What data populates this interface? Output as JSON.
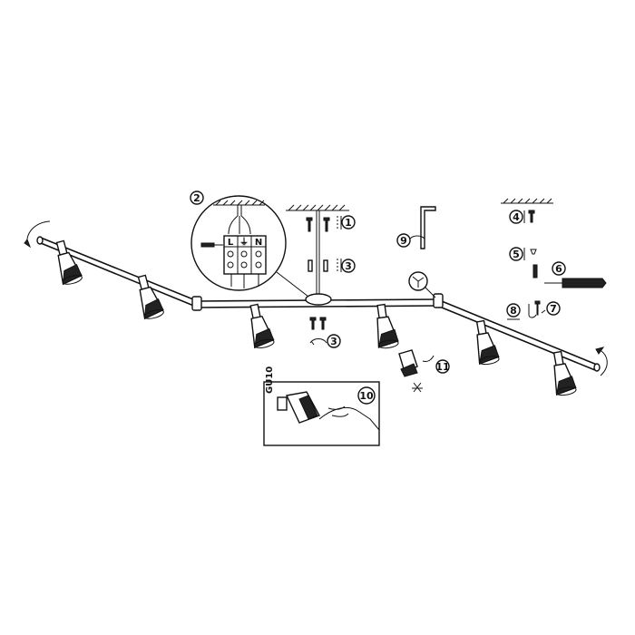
{
  "diagram": {
    "steps": [
      {
        "id": "step-1",
        "label": "1"
      },
      {
        "id": "step-2",
        "label": "2"
      },
      {
        "id": "step-3a",
        "label": "3"
      },
      {
        "id": "step-3b",
        "label": "3"
      },
      {
        "id": "step-4",
        "label": "4"
      },
      {
        "id": "step-5",
        "label": "5"
      },
      {
        "id": "step-6",
        "label": "6"
      },
      {
        "id": "step-7",
        "label": "7"
      },
      {
        "id": "step-8",
        "label": "8"
      },
      {
        "id": "step-9",
        "label": "9"
      },
      {
        "id": "step-10",
        "label": "10"
      },
      {
        "id": "step-11",
        "label": "11"
      }
    ],
    "terminals": [
      "L",
      "⏚",
      "N"
    ],
    "bulb_marking": "GU10",
    "spot_count": 6
  }
}
